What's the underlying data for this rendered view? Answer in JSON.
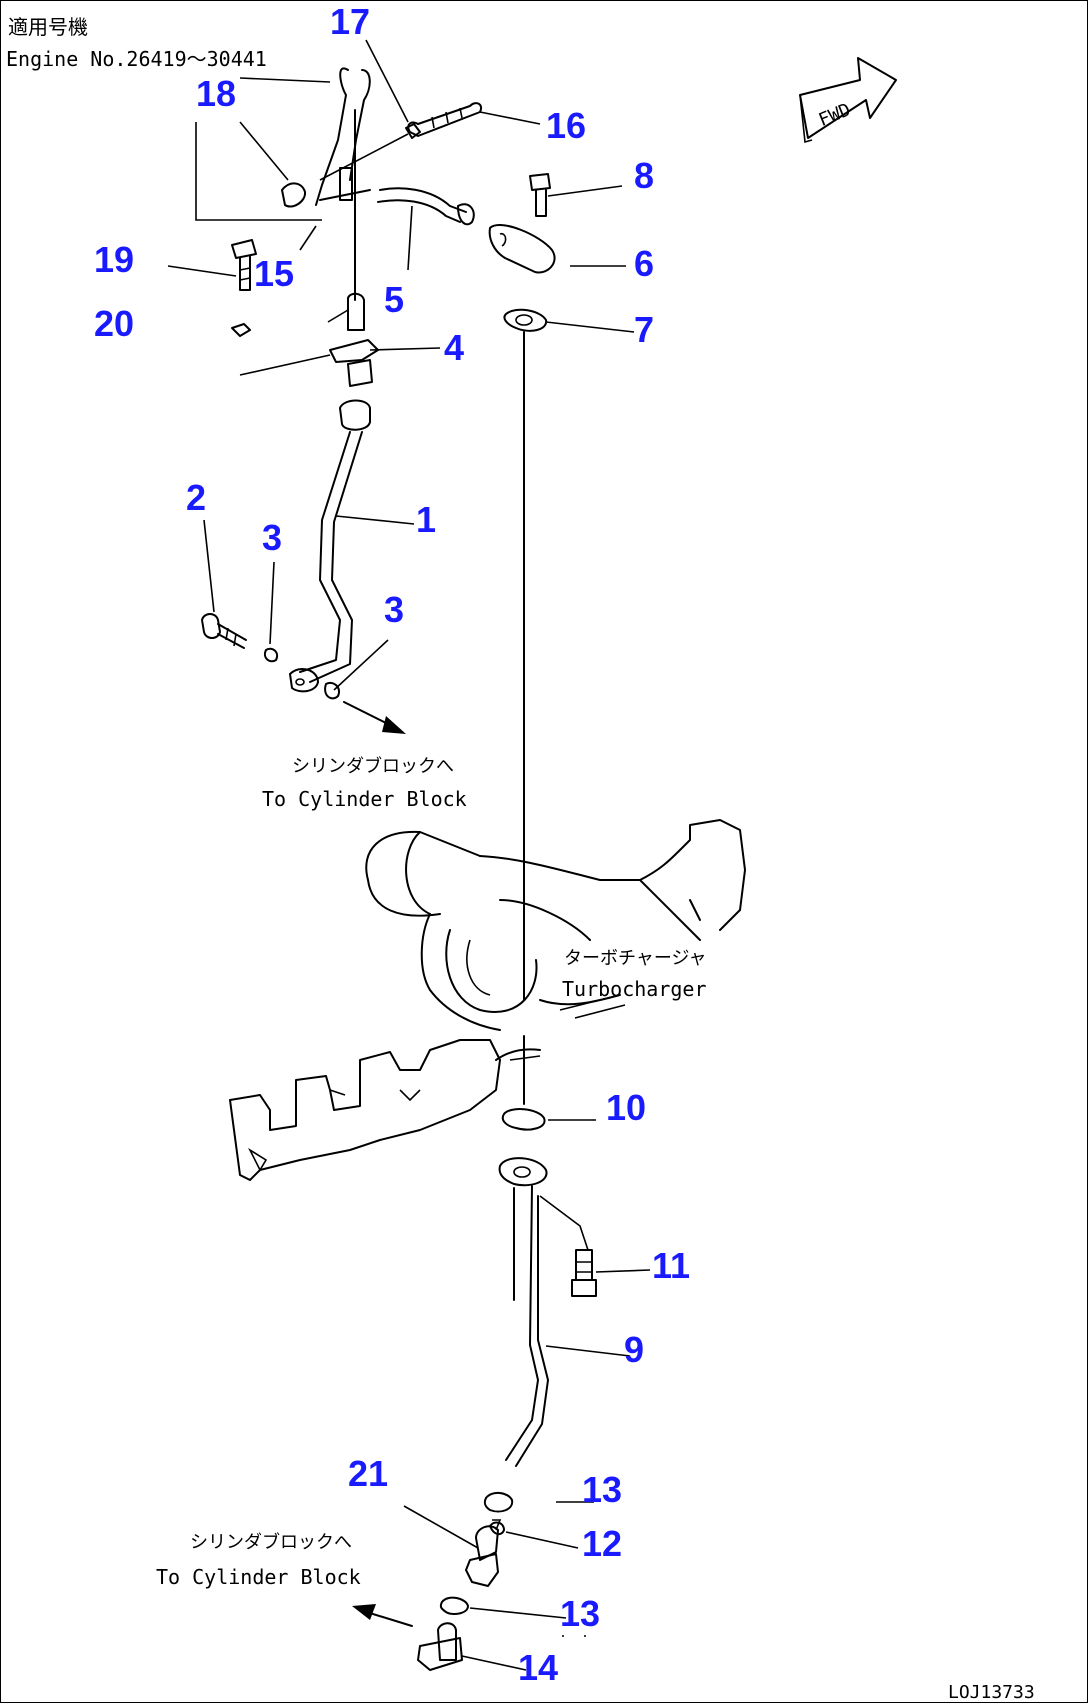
{
  "header": {
    "applicability_jp": "適用号機",
    "engine_range": "Engine No.26419～30441"
  },
  "fwd_label": "FWD",
  "accent_color": "#1a1aff",
  "callouts": [
    "17",
    "18",
    "16",
    "8",
    "19",
    "15",
    "6",
    "5",
    "20",
    "7",
    "4",
    "1",
    "2",
    "3",
    "3",
    "10",
    "11",
    "9",
    "21",
    "13",
    "12",
    "13",
    "14"
  ],
  "annotations": {
    "to_cylinder_block_jp_1": "シリンダブロックへ",
    "to_cylinder_block_en_1": "To Cylinder Block",
    "turbocharger_jp": "ターボチャージャ",
    "turbocharger_en": "Turbocharger",
    "to_cylinder_block_jp_2": "シリンダブロックへ",
    "to_cylinder_block_en_2": "To Cylinder Block"
  },
  "drawing_code": "LOJ13733"
}
